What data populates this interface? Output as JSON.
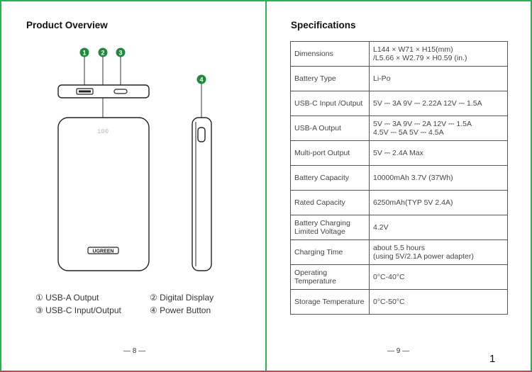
{
  "left_page": {
    "title": "Product Overview",
    "callouts": [
      "1",
      "2",
      "3",
      "4"
    ],
    "display_digits": "100",
    "brand_logo": "UGREEN",
    "legend": [
      {
        "num": "①",
        "text": "USB-A Output"
      },
      {
        "num": "②",
        "text": "Digital Display"
      },
      {
        "num": "③",
        "text": "USB-C Input/Output"
      },
      {
        "num": "④",
        "text": "Power Button"
      }
    ],
    "page_number": "— 8 —"
  },
  "right_page": {
    "title": "Specifications",
    "specs": [
      {
        "key": "Dimensions",
        "value": [
          "L144 × W71 × H15(mm)",
          "/L5.66 × W2.79 × H0.59 (in.)"
        ]
      },
      {
        "key": "Battery Type",
        "value": [
          "Li-Po"
        ]
      },
      {
        "key": "USB-C Input /Output",
        "value": [
          "5V ⎓ 3A  9V ⎓ 2.22A  12V ⎓ 1.5A"
        ]
      },
      {
        "key": "USB-A Output",
        "value": [
          "5V ⎓ 3A  9V ⎓ 2A  12V ⎓ 1.5A",
          "4.5V ⎓ 5A  5V ⎓ 4.5A"
        ]
      },
      {
        "key": "Multi-port Output",
        "value": [
          "5V ⎓ 2.4A Max"
        ]
      },
      {
        "key": "Battery Capacity",
        "value": [
          "10000mAh 3.7V (37Wh)"
        ]
      },
      {
        "key": "Rated Capacity",
        "value": [
          "6250mAh(TYP 5V 2.4A)"
        ]
      },
      {
        "key": "Battery Charging Limited Voltage",
        "value": [
          "4.2V"
        ]
      },
      {
        "key": "Charging Time",
        "value": [
          "about 5.5 hours",
          "(using 5V/2.1A power adapter)"
        ]
      },
      {
        "key": "Operating Temperature",
        "value": [
          "0°C-40°C"
        ]
      },
      {
        "key": "Storage Temperature",
        "value": [
          "0°C-50°C"
        ]
      }
    ],
    "page_number": "— 9 —"
  },
  "sheet_number": "1",
  "colors": {
    "frame_green": "#2bb24c",
    "frame_red": "#e53935",
    "callout_green": "#1e8a3c"
  }
}
